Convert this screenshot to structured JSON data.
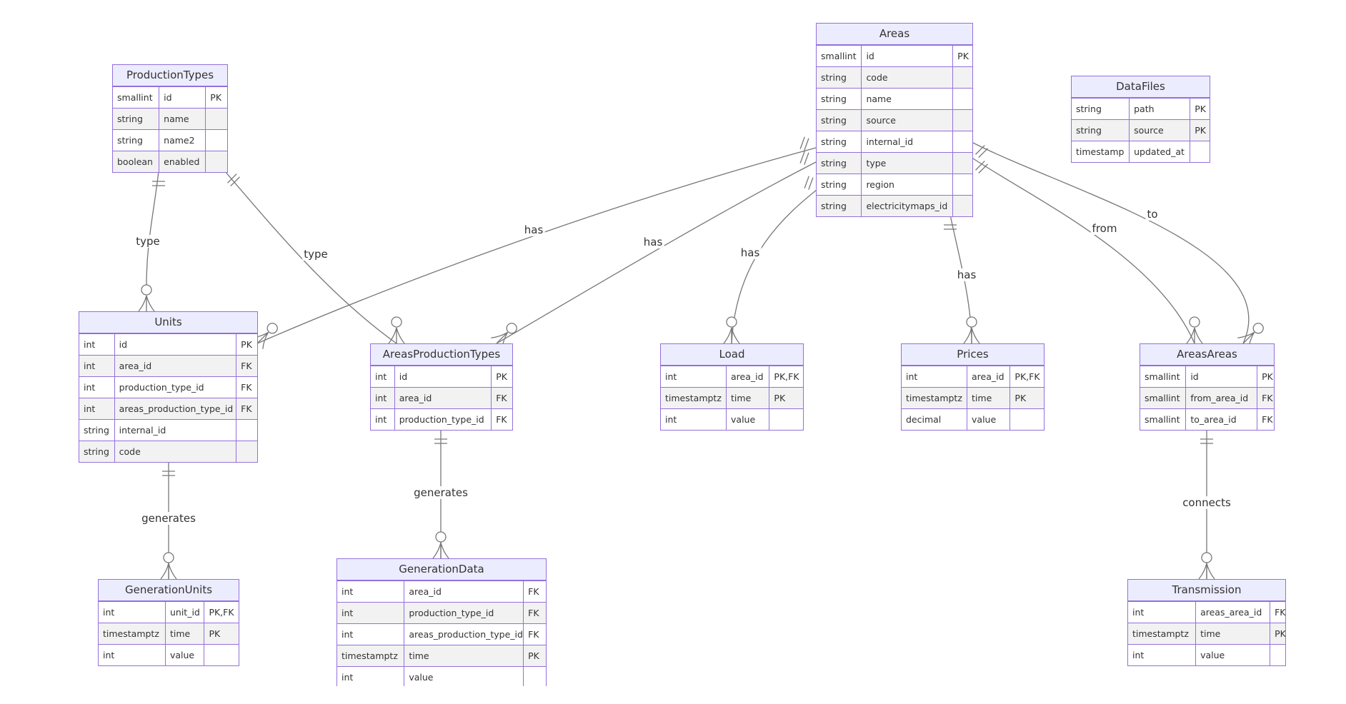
{
  "entities": [
    {
      "id": "ProductionTypes",
      "name": "ProductionTypes",
      "attributes": [
        {
          "type": "smallint",
          "name": "id",
          "key": "PK"
        },
        {
          "type": "string",
          "name": "name",
          "key": ""
        },
        {
          "type": "string",
          "name": "name2",
          "key": ""
        },
        {
          "type": "boolean",
          "name": "enabled",
          "key": ""
        }
      ]
    },
    {
      "id": "Areas",
      "name": "Areas",
      "attributes": [
        {
          "type": "smallint",
          "name": "id",
          "key": "PK"
        },
        {
          "type": "string",
          "name": "code",
          "key": ""
        },
        {
          "type": "string",
          "name": "name",
          "key": ""
        },
        {
          "type": "string",
          "name": "source",
          "key": ""
        },
        {
          "type": "string",
          "name": "internal_id",
          "key": ""
        },
        {
          "type": "string",
          "name": "type",
          "key": ""
        },
        {
          "type": "string",
          "name": "region",
          "key": ""
        },
        {
          "type": "string",
          "name": "electricitymaps_id",
          "key": ""
        }
      ]
    },
    {
      "id": "DataFiles",
      "name": "DataFiles",
      "attributes": [
        {
          "type": "string",
          "name": "path",
          "key": "PK"
        },
        {
          "type": "string",
          "name": "source",
          "key": "PK"
        },
        {
          "type": "timestamp",
          "name": "updated_at",
          "key": ""
        }
      ]
    },
    {
      "id": "Units",
      "name": "Units",
      "attributes": [
        {
          "type": "int",
          "name": "id",
          "key": "PK"
        },
        {
          "type": "int",
          "name": "area_id",
          "key": "FK"
        },
        {
          "type": "int",
          "name": "production_type_id",
          "key": "FK"
        },
        {
          "type": "int",
          "name": "areas_production_type_id",
          "key": "FK"
        },
        {
          "type": "string",
          "name": "internal_id",
          "key": ""
        },
        {
          "type": "string",
          "name": "code",
          "key": ""
        }
      ]
    },
    {
      "id": "AreasProductionTypes",
      "name": "AreasProductionTypes",
      "attributes": [
        {
          "type": "int",
          "name": "id",
          "key": "PK"
        },
        {
          "type": "int",
          "name": "area_id",
          "key": "FK"
        },
        {
          "type": "int",
          "name": "production_type_id",
          "key": "FK"
        }
      ]
    },
    {
      "id": "Load",
      "name": "Load",
      "attributes": [
        {
          "type": "int",
          "name": "area_id",
          "key": "PK,FK"
        },
        {
          "type": "timestamptz",
          "name": "time",
          "key": "PK"
        },
        {
          "type": "int",
          "name": "value",
          "key": ""
        }
      ]
    },
    {
      "id": "Prices",
      "name": "Prices",
      "attributes": [
        {
          "type": "int",
          "name": "area_id",
          "key": "PK,FK"
        },
        {
          "type": "timestamptz",
          "name": "time",
          "key": "PK"
        },
        {
          "type": "decimal",
          "name": "value",
          "key": ""
        }
      ]
    },
    {
      "id": "AreasAreas",
      "name": "AreasAreas",
      "attributes": [
        {
          "type": "smallint",
          "name": "id",
          "key": "PK"
        },
        {
          "type": "smallint",
          "name": "from_area_id",
          "key": "FK"
        },
        {
          "type": "smallint",
          "name": "to_area_id",
          "key": "FK"
        }
      ]
    },
    {
      "id": "GenerationUnits",
      "name": "GenerationUnits",
      "attributes": [
        {
          "type": "int",
          "name": "unit_id",
          "key": "PK,FK"
        },
        {
          "type": "timestamptz",
          "name": "time",
          "key": "PK"
        },
        {
          "type": "int",
          "name": "value",
          "key": ""
        }
      ]
    },
    {
      "id": "GenerationData",
      "name": "GenerationData",
      "attributes": [
        {
          "type": "int",
          "name": "area_id",
          "key": "FK"
        },
        {
          "type": "int",
          "name": "production_type_id",
          "key": "FK"
        },
        {
          "type": "int",
          "name": "areas_production_type_id",
          "key": "FK"
        },
        {
          "type": "timestamptz",
          "name": "time",
          "key": "PK"
        },
        {
          "type": "int",
          "name": "value",
          "key": ""
        }
      ]
    },
    {
      "id": "Transmission",
      "name": "Transmission",
      "attributes": [
        {
          "type": "int",
          "name": "areas_area_id",
          "key": "FK"
        },
        {
          "type": "timestamptz",
          "name": "time",
          "key": "PK"
        },
        {
          "type": "int",
          "name": "value",
          "key": ""
        }
      ]
    }
  ],
  "relationships": [
    {
      "id": "pt-units",
      "from": "ProductionTypes",
      "to": "Units",
      "label": "type",
      "from_card": "one",
      "to_card": "zero-or-many"
    },
    {
      "id": "pt-apt",
      "from": "ProductionTypes",
      "to": "AreasProductionTypes",
      "label": "type",
      "from_card": "one",
      "to_card": "zero-or-many"
    },
    {
      "id": "areas-units",
      "from": "Areas",
      "to": "Units",
      "label": "has",
      "from_card": "one",
      "to_card": "zero-or-many"
    },
    {
      "id": "areas-apt",
      "from": "Areas",
      "to": "AreasProductionTypes",
      "label": "has",
      "from_card": "one",
      "to_card": "zero-or-many"
    },
    {
      "id": "areas-load",
      "from": "Areas",
      "to": "Load",
      "label": "has",
      "from_card": "one",
      "to_card": "zero-or-many"
    },
    {
      "id": "areas-prices",
      "from": "Areas",
      "to": "Prices",
      "label": "has",
      "from_card": "one",
      "to_card": "zero-or-many"
    },
    {
      "id": "areas-from",
      "from": "Areas",
      "to": "AreasAreas",
      "label": "from",
      "from_card": "one",
      "to_card": "zero-or-many"
    },
    {
      "id": "areas-to",
      "from": "Areas",
      "to": "AreasAreas",
      "label": "to",
      "from_card": "one",
      "to_card": "zero-or-many"
    },
    {
      "id": "units-gen",
      "from": "Units",
      "to": "GenerationUnits",
      "label": "generates",
      "from_card": "one",
      "to_card": "zero-or-many"
    },
    {
      "id": "apt-gen",
      "from": "AreasProductionTypes",
      "to": "GenerationData",
      "label": "generates",
      "from_card": "one",
      "to_card": "zero-or-many"
    },
    {
      "id": "aa-trans",
      "from": "AreasAreas",
      "to": "Transmission",
      "label": "connects",
      "from_card": "one",
      "to_card": "zero-or-many"
    }
  ],
  "colors": {
    "border": "#9370DB",
    "header_bg": "#ECECFF",
    "row_even_bg": "#f2f2f2",
    "line": "#777777",
    "text": "#333333"
  }
}
